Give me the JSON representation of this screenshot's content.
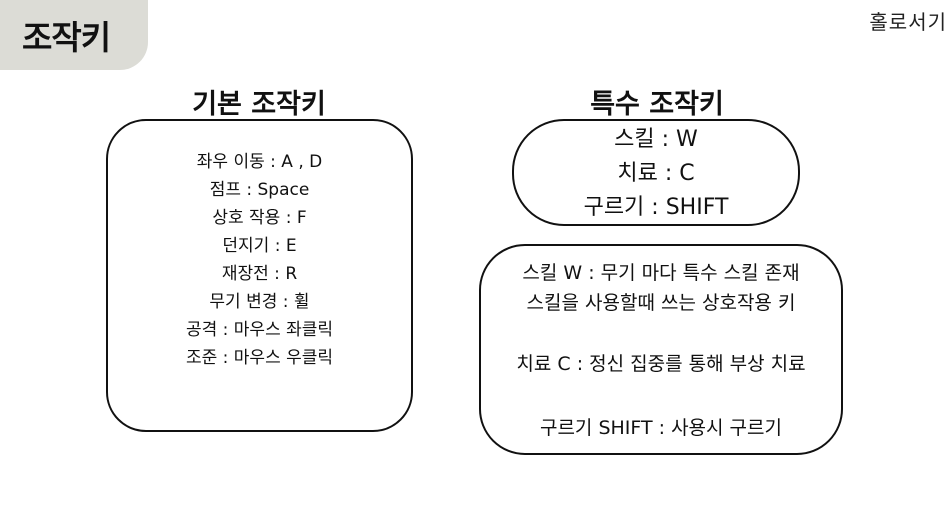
{
  "page_title": "조작키",
  "brand": "홀로서기",
  "basic": {
    "heading": "기본 조작키",
    "items": [
      "좌우 이동 : A , D",
      "점프 : Space",
      "상호 작용 : F",
      "던지기 : E",
      "재장전 : R",
      "무기 변경 : 휠",
      "공격 : 마우스 좌클릭",
      "조준 : 마우스 우클릭"
    ]
  },
  "special": {
    "heading": "특수 조작키",
    "keys": [
      "스킬 : W",
      "치료 : C",
      "구르기 : SHIFT"
    ],
    "descriptions": {
      "skill_line1": "스킬 W : 무기 마다 특수 스킬 존재",
      "skill_line2": "스킬을 사용할때 쓰는 상호작용 키",
      "heal": "치료 C : 정신 집중를 통해 부상 치료",
      "roll": "구르기 SHIFT : 사용시 구르기"
    }
  }
}
